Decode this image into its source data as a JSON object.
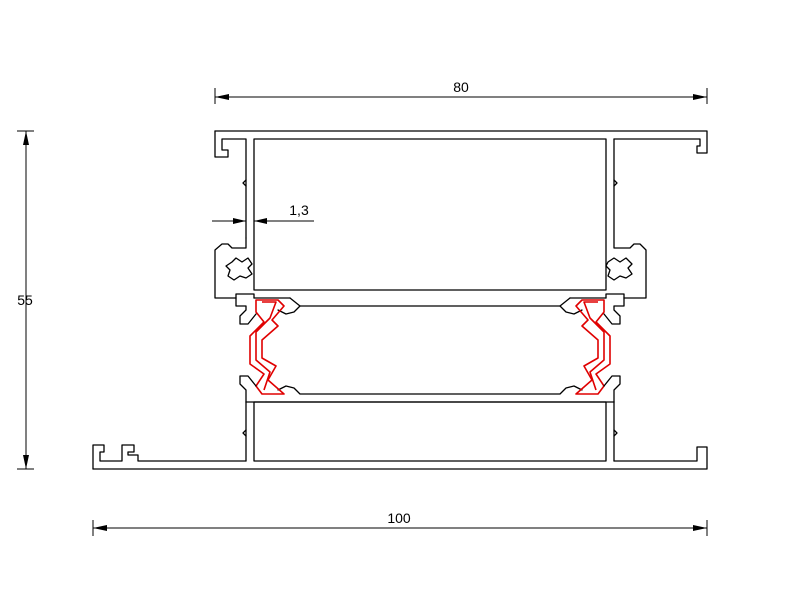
{
  "dimensions": {
    "top_width": "80",
    "wall_thickness": "1,3",
    "height": "55",
    "bottom_width": "100"
  },
  "colors": {
    "profile": "#000000",
    "thermal_break": "#e00000",
    "background": "#ffffff"
  }
}
